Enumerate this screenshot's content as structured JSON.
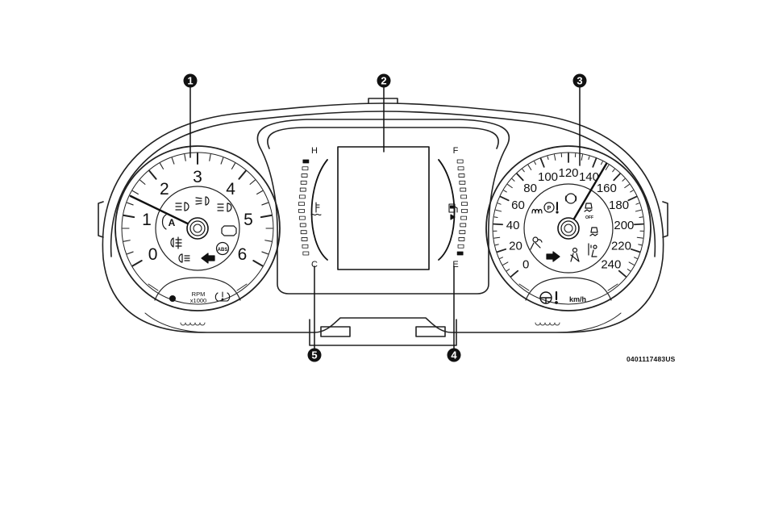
{
  "figure_id": "0401117483US",
  "callouts": [
    "1",
    "2",
    "3",
    "4",
    "5"
  ],
  "tachometer": {
    "numbers": [
      "0",
      "1",
      "2",
      "3",
      "4",
      "5",
      "6"
    ],
    "unit_line1": "RPM",
    "unit_line2": "x1000"
  },
  "speedometer": {
    "numbers": [
      "0",
      "20",
      "40",
      "60",
      "80",
      "100",
      "120",
      "140",
      "160",
      "180",
      "200",
      "220",
      "240"
    ],
    "unit": "km/h"
  },
  "temperature_gauge": {
    "top": "H",
    "bottom": "C"
  },
  "fuel_gauge": {
    "top": "F",
    "bottom": "E"
  },
  "icon_labels": {
    "esc_off": "OFF",
    "abs": "ABS",
    "auto": "A"
  }
}
